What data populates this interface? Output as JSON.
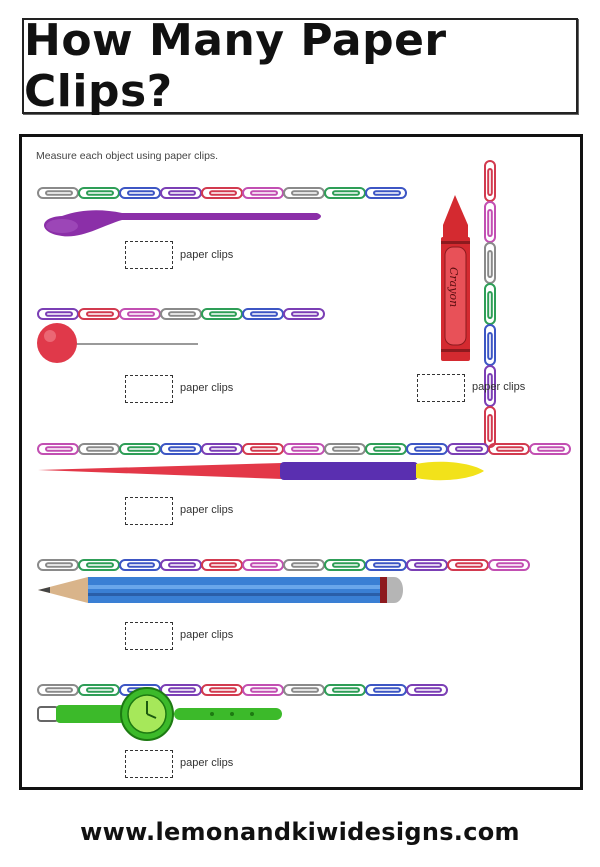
{
  "title": "How Many Paper Clips?",
  "worksheet": {
    "instruction": "Measure each object using paper clips.",
    "answer_label": "paper clips",
    "crayon_label": "Crayon",
    "objects": [
      {
        "name": "spoon",
        "clip_count": 9
      },
      {
        "name": "pushpin",
        "clip_count": 7
      },
      {
        "name": "crayon",
        "clip_count": 7
      },
      {
        "name": "paintbrush",
        "clip_count": 13
      },
      {
        "name": "pencil",
        "clip_count": 12
      },
      {
        "name": "watch",
        "clip_count": 10
      }
    ]
  },
  "colors": {
    "clips": [
      "#8a8a8a",
      "#2e9e57",
      "#3d56c4",
      "#7b3fb5",
      "#d23a4f",
      "#c24fb2"
    ],
    "spoon": "#8b2fa8",
    "pushpin": "#e0394a",
    "crayon": "#d42a30",
    "brush_handle_red": "#e33848",
    "brush_handle_purple": "#5a2fb0",
    "brush_tip": "#f2e21a",
    "pencil_body": "#3a7fd4",
    "watch": "#3cba2a"
  },
  "footer": "www.lemonandkiwidesigns.com"
}
